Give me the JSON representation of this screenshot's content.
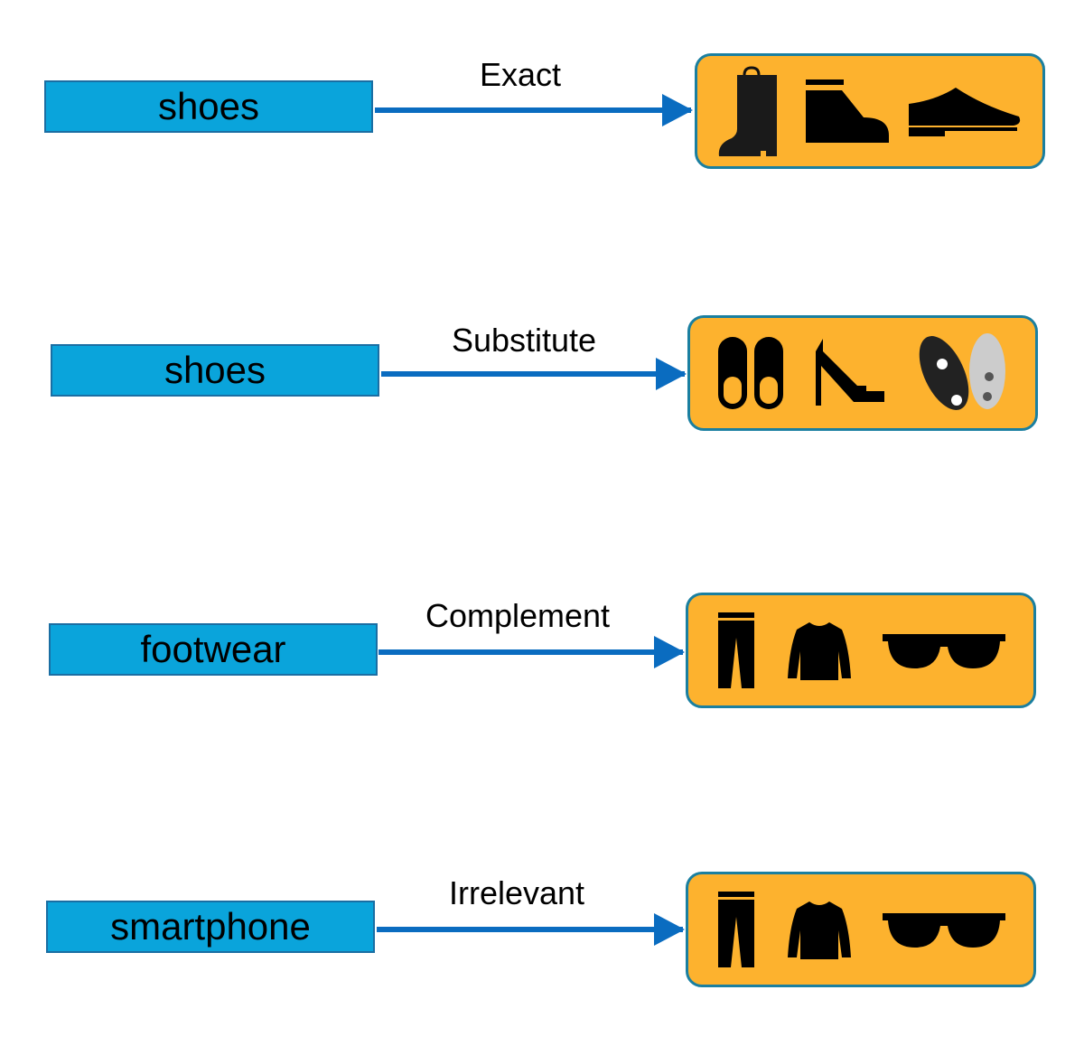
{
  "rows": [
    {
      "query": "shoes",
      "relation": "Exact",
      "results": [
        "rain-boot",
        "hiking-boot",
        "dress-shoe"
      ]
    },
    {
      "query": "shoes",
      "relation": "Substitute",
      "results": [
        "slippers",
        "high-heel",
        "flip-flops"
      ]
    },
    {
      "query": "footwear",
      "relation": "Complement",
      "results": [
        "pants",
        "sweater",
        "sunglasses"
      ]
    },
    {
      "query": "smartphone",
      "relation": "Irrelevant",
      "results": [
        "pants",
        "sweater",
        "sunglasses"
      ]
    }
  ],
  "colors": {
    "query_box": "#0aa4db",
    "arrow": "#0a6cc0",
    "result_box": "#fdb22e",
    "result_border": "#1a7fa0"
  }
}
